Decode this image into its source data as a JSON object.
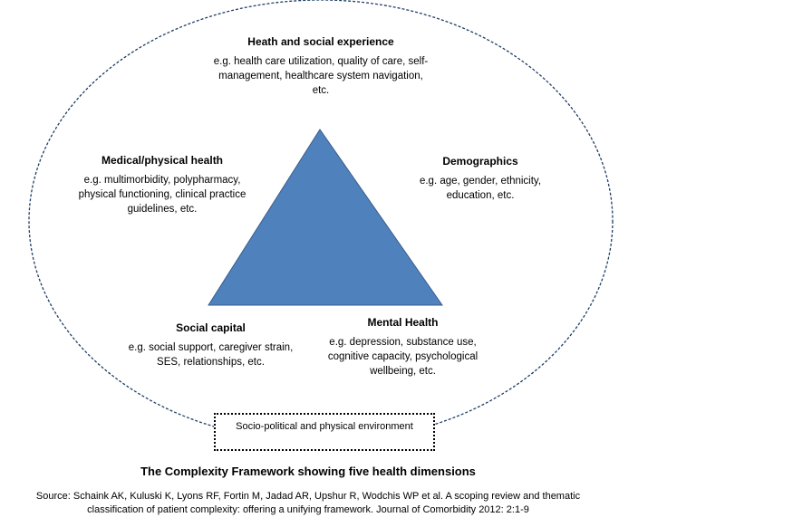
{
  "dimensions": [
    {
      "title": "Heath and social experience",
      "description": "e.g. health care utilization, quality of care, self-management, healthcare system navigation, etc."
    },
    {
      "title": "Medical/physical health",
      "description": "e.g. multimorbidity, polypharmacy, physical functioning, clinical practice guidelines, etc."
    },
    {
      "title": "Demographics",
      "description": "e.g. age, gender, ethnicity, education, etc."
    },
    {
      "title": "Social capital",
      "description": "e.g. social support, caregiver strain, SES, relationships, etc."
    },
    {
      "title": "Mental Health",
      "description": "e.g. depression, substance use, cognitive capacity, psychological wellbeing, etc."
    }
  ],
  "environment": {
    "label": "Socio-political and physical environment"
  },
  "caption": "The Complexity Framework showing five health dimensions",
  "source": {
    "line1": "Source: Schaink AK, Kuluski K, Lyons RF, Fortin M, Jadad AR, Upshur R, Wodchis WP et al. A scoping review and thematic",
    "line2": "classification of patient complexity: offering a unifying framework. Journal of Comorbidity 2012: 2:1-9"
  },
  "colors": {
    "triangle_fill": "#4f81bd",
    "triangle_stroke": "#385d8a",
    "outline": "#1f3e66"
  }
}
